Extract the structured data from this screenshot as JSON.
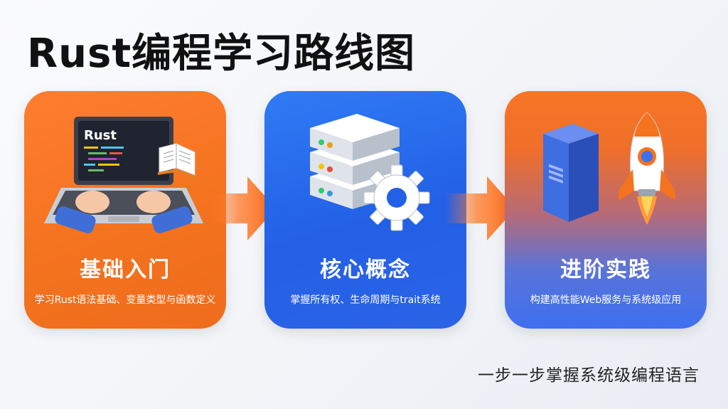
{
  "title": "Rust编程学习路线图",
  "steps": [
    {
      "title": "基础入门",
      "description": "学习Rust语法基础、变量类型与函数定义",
      "screen_text": "Rust",
      "icon": "laptop-book-icon"
    },
    {
      "title": "核心概念",
      "description": "掌握所有权、生命周期与trait系统",
      "icon": "server-gear-icon"
    },
    {
      "title": "进阶实践",
      "description": "构建高性能Web服务与系统级应用",
      "icon": "server-rocket-icon"
    }
  ],
  "tagline": "一步一步掌握系统级编程语言",
  "colors": {
    "orange": "#f4731f",
    "blue": "#2360e6",
    "title_text": "#111111"
  }
}
